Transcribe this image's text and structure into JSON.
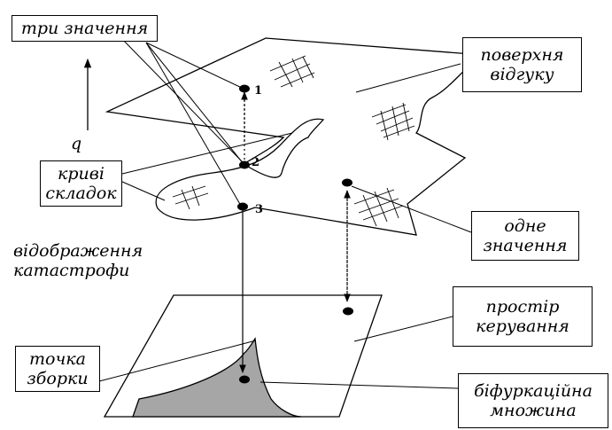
{
  "diagram": {
    "axis_label": "q",
    "labels": {
      "three_values": "три значення",
      "response_surface": "поверхня\nвідгуку",
      "fold_curves": "криві\nскладок",
      "catastrophe_mapping": "відображення\nкатастрофи",
      "one_value": "одне\nзначення",
      "control_space": "простір\nкерування",
      "cusp_point": "точка\nзборки",
      "bifurcation_set": "біфуркаційна\nмножина"
    },
    "point_numbers": [
      "1",
      "2",
      "3"
    ],
    "colors": {
      "stroke": "#000000",
      "bifurcation_fill": "#a6a6a6",
      "background": "#ffffff"
    }
  }
}
